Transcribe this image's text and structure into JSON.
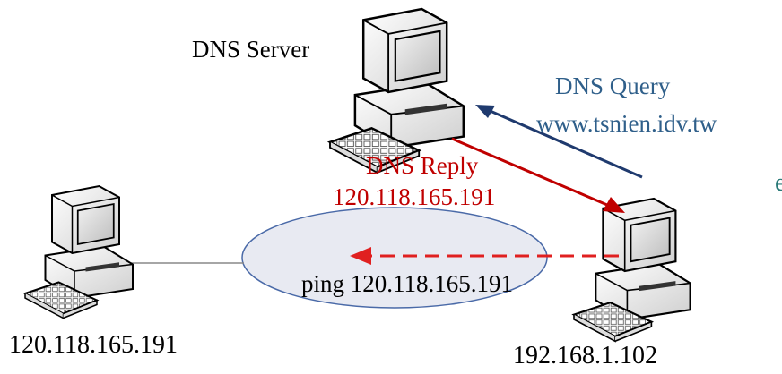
{
  "nodes": {
    "dns_server": {
      "label": "DNS Server"
    },
    "client": {
      "label": "192.168.1.102"
    },
    "target": {
      "label": "120.118.165.191"
    }
  },
  "edges": {
    "query": {
      "title": "DNS Query",
      "detail": "www.tsnien.idv.tw",
      "color": "#1f3a6e"
    },
    "reply": {
      "title": "DNS Reply",
      "detail": "120.118.165.191",
      "color": "#c00000"
    },
    "ping": {
      "label": "ping 120.118.165.191",
      "color": "#e02020"
    }
  },
  "network": {
    "fill": "#e8eaf2",
    "stroke": "#4a6aa8"
  },
  "edge_mark": {
    "text": "e",
    "color": "#2a7a78"
  }
}
